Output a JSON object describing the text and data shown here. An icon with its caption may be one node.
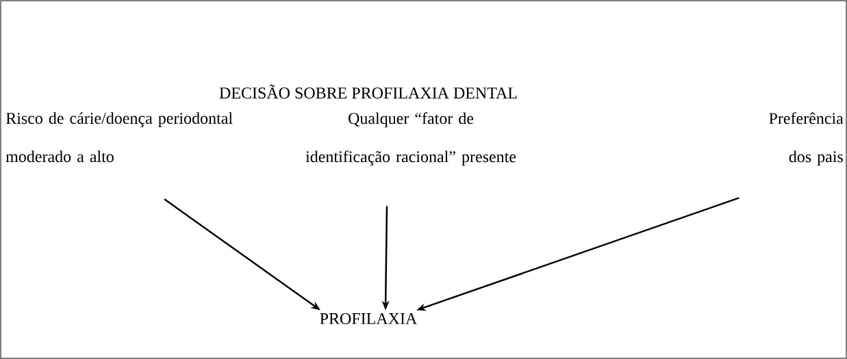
{
  "diagram": {
    "title": "DECISÃO SOBRE PROFILAXIA DENTAL",
    "nodes": [
      {
        "text": [
          "Risco de cárie/doença periodontal moderado a alto"
        ]
      },
      {
        "text": [
          "Qualquer “fator de identificação racional” presente"
        ]
      },
      {
        "text": [
          "Preferência dos pais"
        ]
      },
      {
        "text": [
          "PROFILAXIA"
        ]
      }
    ],
    "edges": [
      {
        "from": 0,
        "to": 3,
        "arrow": "to"
      },
      {
        "from": 1,
        "to": 3,
        "arrow": "to"
      },
      {
        "from": 2,
        "to": 3,
        "arrow": "to"
      }
    ]
  }
}
